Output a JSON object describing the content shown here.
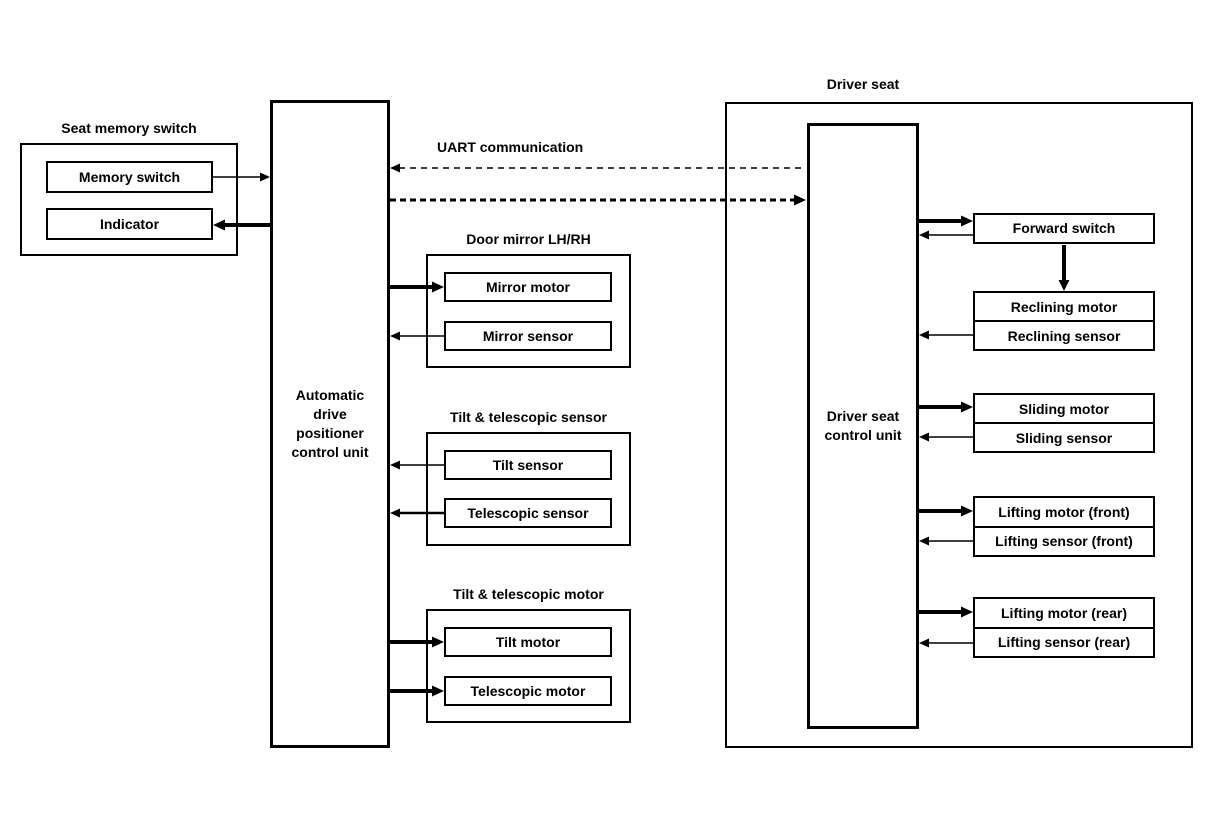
{
  "diagram": {
    "seat_memory": {
      "title": "Seat memory switch",
      "memory_switch": "Memory switch",
      "indicator": "Indicator"
    },
    "adp_unit": {
      "label": "Automatic\ndrive\npositioner\ncontrol unit"
    },
    "uart": {
      "label": "UART communication"
    },
    "door_mirror": {
      "title": "Door mirror LH/RH",
      "motor": "Mirror motor",
      "sensor": "Mirror sensor"
    },
    "tilt_telescopic_sensor": {
      "title": "Tilt & telescopic sensor",
      "tilt": "Tilt sensor",
      "telescopic": "Telescopic sensor"
    },
    "tilt_telescopic_motor": {
      "title": "Tilt & telescopic motor",
      "tilt": "Tilt motor",
      "telescopic": "Telescopic motor"
    },
    "driver_seat": {
      "title": "Driver seat",
      "control_unit": "Driver seat\ncontrol unit",
      "forward_switch": "Forward switch",
      "reclining_motor": "Reclining motor",
      "reclining_sensor": "Reclining sensor",
      "sliding_motor": "Sliding motor",
      "sliding_sensor": "Sliding sensor",
      "lifting_motor_front": "Lifting motor (front)",
      "lifting_sensor_front": "Lifting sensor (front)",
      "lifting_motor_rear": "Lifting motor (rear)",
      "lifting_sensor_rear": "Lifting sensor (rear)"
    },
    "colors": {
      "line": "#000000",
      "background": "#ffffff"
    }
  }
}
